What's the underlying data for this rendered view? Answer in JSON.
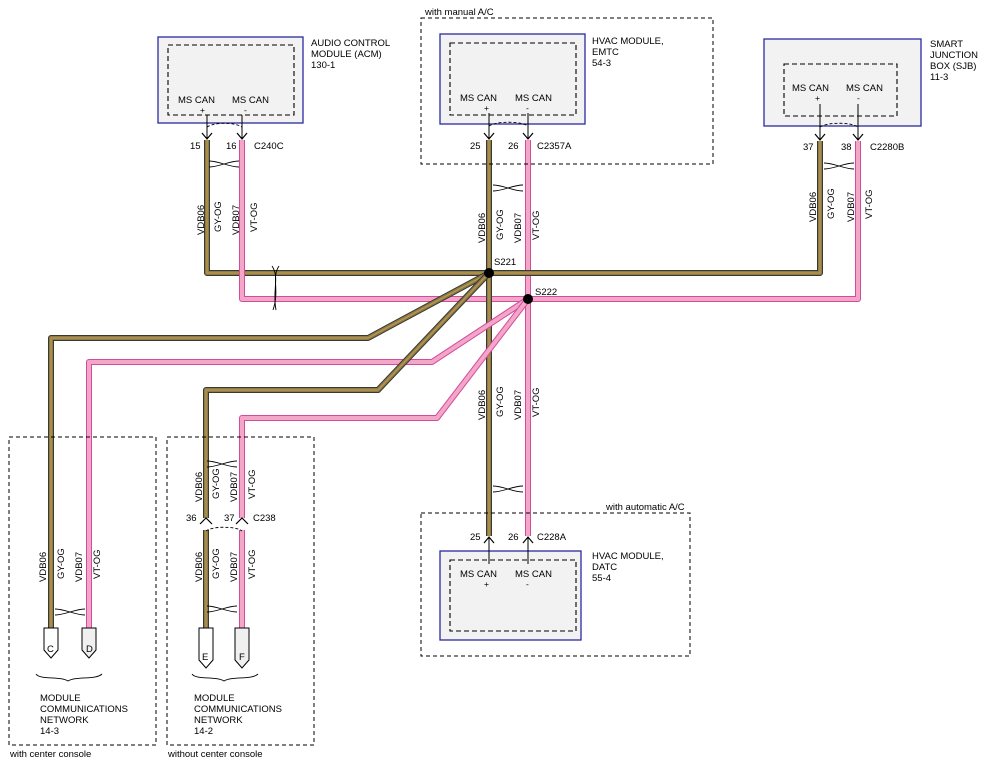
{
  "acm": {
    "title_line1": "AUDIO CONTROL",
    "title_line2": "MODULE (ACM)",
    "ref": "130-1",
    "pin_left": "MS CAN",
    "pin_left_sign": "+",
    "pin_right": "MS CAN",
    "pin_right_sign": "-",
    "pin_num_left": "15",
    "pin_num_right": "16",
    "connector": "C240C"
  },
  "hvac_emtc": {
    "condition": "with manual A/C",
    "title_line1": "HVAC MODULE,",
    "title_line2": "EMTC",
    "ref": "54-3",
    "pin_left": "MS CAN",
    "pin_left_sign": "+",
    "pin_right": "MS CAN",
    "pin_right_sign": "-",
    "pin_num_left": "25",
    "pin_num_right": "26",
    "connector": "C2357A"
  },
  "sjb": {
    "title_line1": "SMART",
    "title_line2": "JUNCTION",
    "title_line3": "BOX (SJB)",
    "ref": "11-3",
    "pin_left": "MS CAN",
    "pin_left_sign": "+",
    "pin_right": "MS CAN",
    "pin_right_sign": "-",
    "pin_num_left": "37",
    "pin_num_right": "38",
    "connector": "C2280B"
  },
  "hvac_datc": {
    "condition": "with automatic A/C",
    "title_line1": "HVAC MODULE,",
    "title_line2": "DATC",
    "ref": "55-4",
    "pin_left": "MS CAN",
    "pin_left_sign": "+",
    "pin_right": "MS CAN",
    "pin_right_sign": "-",
    "pin_num_left": "25",
    "pin_num_right": "26",
    "connector": "C228A"
  },
  "splices": {
    "s221": "S221",
    "s222": "S222"
  },
  "wires": {
    "vdb06": "VDB06",
    "gy_og": "GY-OG",
    "vdb07": "VDB07",
    "vt_og": "VT-OG"
  },
  "connector_c238": {
    "pin_left": "36",
    "pin_right": "37",
    "name": "C238"
  },
  "net_left": {
    "title_line1": "MODULE",
    "title_line2": "COMMUNICATIONS",
    "title_line3": "NETWORK",
    "ref": "14-3",
    "condition": "with center console",
    "conn_a": "C",
    "conn_b": "D"
  },
  "net_right": {
    "title_line1": "MODULE",
    "title_line2": "COMMUNICATIONS",
    "title_line3": "NETWORK",
    "ref": "14-2",
    "condition": "without center console",
    "conn_a": "E",
    "conn_b": "F"
  },
  "colors": {
    "gy_og_outline": "#3a3a2a",
    "gy_og_fill": "#8a7a55",
    "gy_og_stripe": "#c49a3a",
    "vt_og_outline": "#d04c9c",
    "vt_og_fill": "#f4a6c8",
    "module_border": "#2a2aa0"
  }
}
